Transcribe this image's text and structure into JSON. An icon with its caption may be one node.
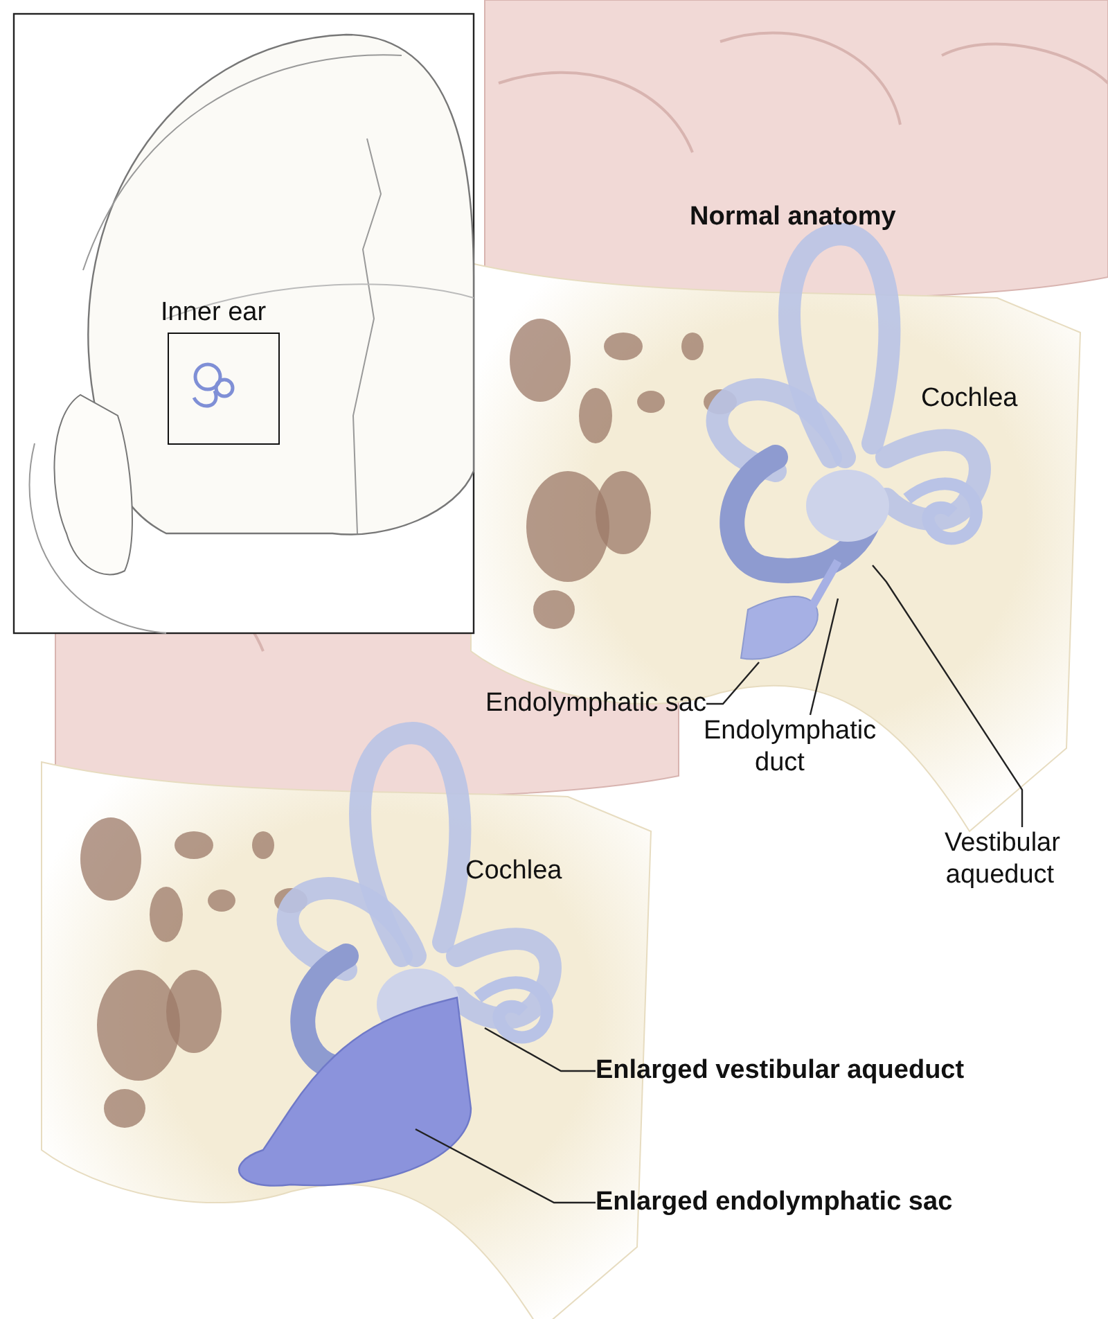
{
  "diagram": {
    "nodes": [
      {
        "text": [
          "Inner ear"
        ]
      },
      {
        "text": [
          "Endolymphatic sac"
        ]
      },
      {
        "text": [
          "Endolymphatic duct"
        ]
      },
      {
        "text": [
          "Vestibular aqueduct"
        ]
      },
      {
        "text": [
          "Enlarged vestibular aqueduct"
        ]
      },
      {
        "text": [
          "Enlarged endolymphatic sac"
        ]
      }
    ],
    "edges": [
      {
        "from": 1,
        "to": null,
        "arrow": "none"
      },
      {
        "from": 2,
        "to": null,
        "arrow": "none"
      },
      {
        "from": 3,
        "to": null,
        "arrow": "none"
      },
      {
        "from": 4,
        "to": null,
        "arrow": "none"
      },
      {
        "from": 5,
        "to": null,
        "arrow": "none"
      }
    ],
    "labels": [
      "Normal anatomy",
      "Cochlea",
      "Cochlea"
    ]
  }
}
